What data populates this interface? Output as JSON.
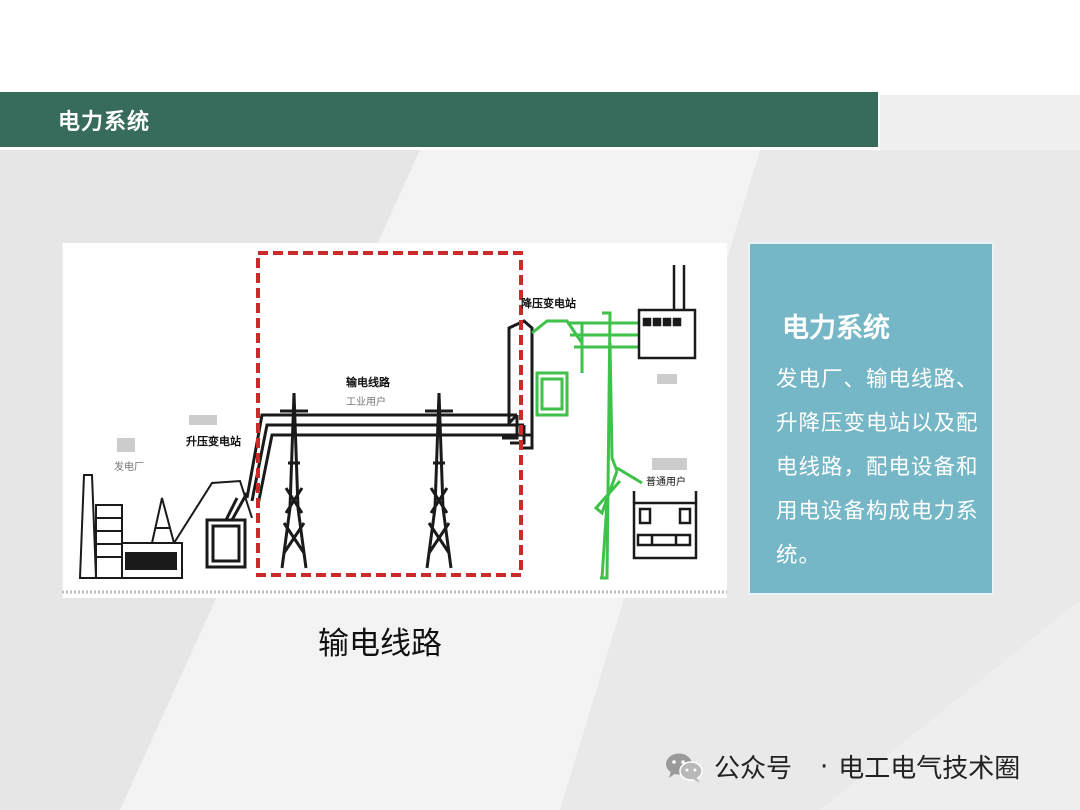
{
  "header": {
    "title": "电力系统"
  },
  "diagram": {
    "labels": {
      "step_down_substation": "降压变电站",
      "transmission_line": "输电线路",
      "industrial_user": "工业用户",
      "step_up_substation": "升压变电站",
      "power_plant": "发电厂",
      "ordinary_user": "普通用户"
    },
    "colors": {
      "highlight_box": "#cc2a2a",
      "distribution": "#3ec24a",
      "transmission": "#1a1a1a"
    }
  },
  "info_box": {
    "title": "电力系统",
    "text": "发电厂、输电线路、升降压变电站以及配电线路，配电设备和用电设备构成电力系统。"
  },
  "caption": "输电线路",
  "footer": {
    "icon": "wechat-icon",
    "account_label": "公众号",
    "separator": "·",
    "account_name": "电工电气技术圈"
  }
}
